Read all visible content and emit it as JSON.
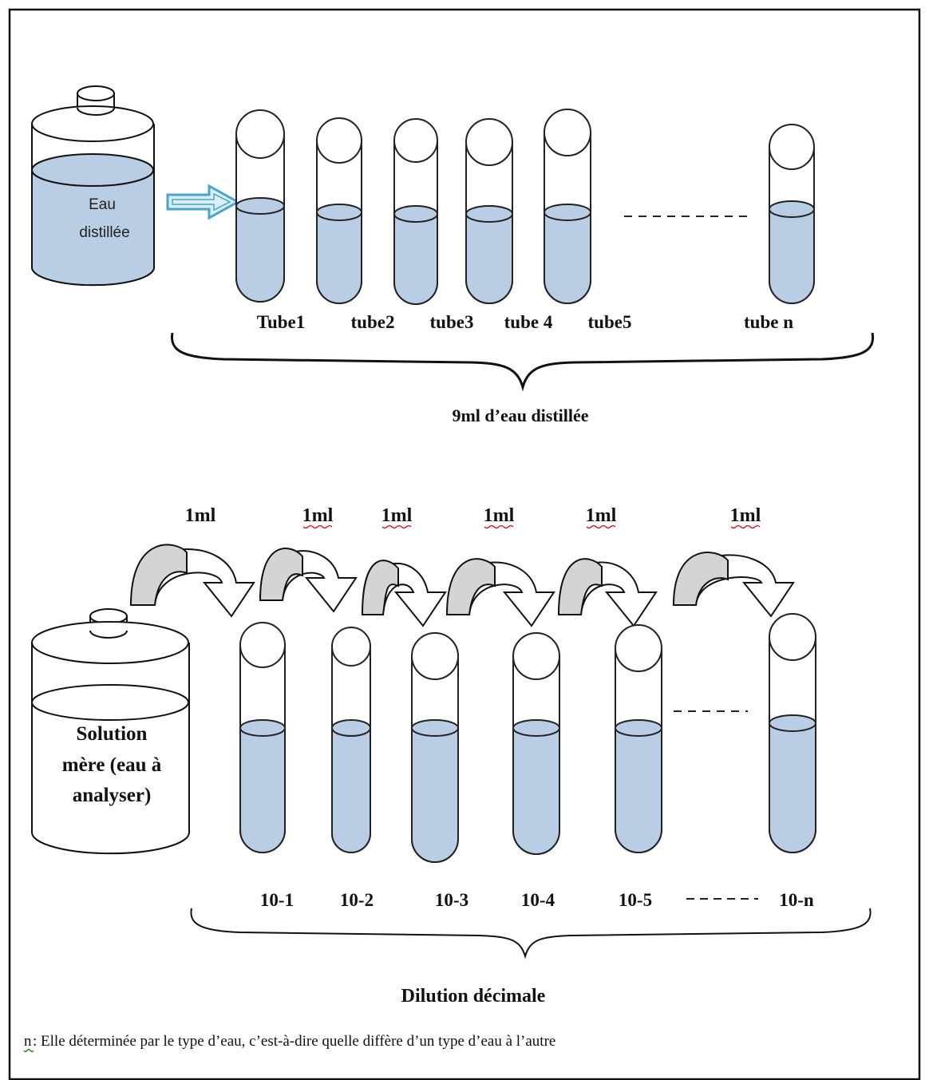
{
  "top_section": {
    "bottle_label_line1": "Eau",
    "bottle_label_line2": "distillée",
    "tubes": [
      {
        "label": "Tube1"
      },
      {
        "label": "tube2"
      },
      {
        "label": "tube3"
      },
      {
        "label": "tube 4"
      },
      {
        "label": "tube5"
      },
      {
        "label": "tube n"
      }
    ],
    "brace_caption": "9ml d’eau distillée"
  },
  "bottom_section": {
    "bottle_label_line1": "Solution",
    "bottle_label_line2": "mère (eau à",
    "bottle_label_line3": "analyser)",
    "transfer_labels": [
      "1ml",
      "1ml",
      "1ml",
      "1ml",
      "1ml",
      "1ml"
    ],
    "dilution_labels": [
      "10-1",
      "10-2",
      "10-3",
      "10-4",
      "10-5",
      "10-n"
    ],
    "brace_caption": "Dilution décimale"
  },
  "footnote": {
    "marker": "n",
    "text": ": Elle déterminée par le type d’eau, c’est-à-dire quelle diffère  d’un type d’eau à l’autre"
  },
  "colors": {
    "liquid": "#b9cde4",
    "liquid_stroke": "#222222",
    "arrow_fill": "#d4d4d4",
    "inlet_arrow": "#4aa3c8",
    "spellcheck": "#cc2222"
  }
}
